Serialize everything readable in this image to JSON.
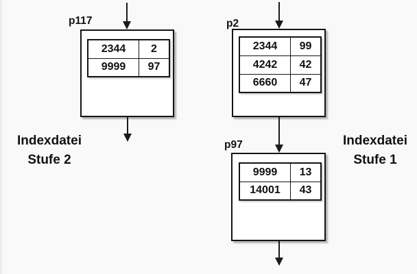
{
  "page": {
    "background": "#f9f9f9",
    "ink": "#141414"
  },
  "nodes": [
    {
      "id": "p117",
      "label": "p117",
      "rows": [
        [
          "2344",
          "2"
        ],
        [
          "9999",
          "97"
        ]
      ]
    },
    {
      "id": "p2",
      "label": "p2",
      "rows": [
        [
          "2344",
          "99"
        ],
        [
          "4242",
          "42"
        ],
        [
          "6660",
          "47"
        ]
      ]
    },
    {
      "id": "p97",
      "label": "p97",
      "rows": [
        [
          "9999",
          "13"
        ],
        [
          "14001",
          "43"
        ]
      ]
    }
  ],
  "captions": {
    "left": {
      "line1": "Indexdatei",
      "line2": "Stufe 2"
    },
    "right": {
      "line1": "Indexdatei",
      "line2": "Stufe 1"
    }
  }
}
